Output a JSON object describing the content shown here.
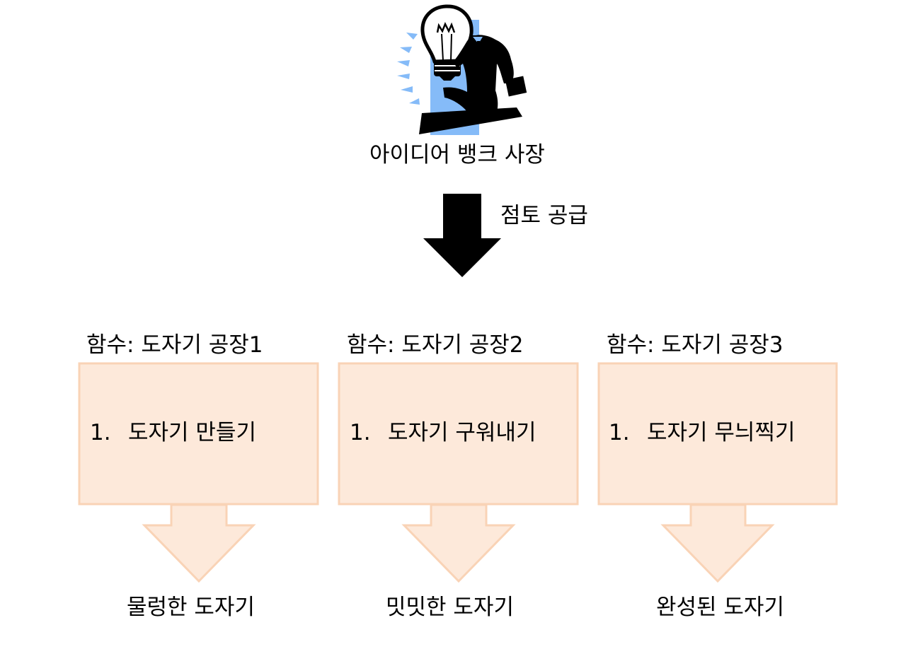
{
  "top": {
    "icon": "businessman-lightbulb-icon",
    "label": "아이디어 뱅크 사장"
  },
  "supply_arrow": {
    "label": "점토 공급"
  },
  "factories": [
    {
      "title": "함수: 도자기 공장1",
      "step_number": "1.",
      "step": "도자기 만들기",
      "output": "물렁한 도자기"
    },
    {
      "title": "함수: 도자기 공장2",
      "step_number": "1.",
      "step": "도자기 구워내기",
      "output": "밋밋한 도자기"
    },
    {
      "title": "함수: 도자기 공장3",
      "step_number": "1.",
      "step": "도자기 무늬찍기",
      "output": "완성된 도자기"
    }
  ],
  "colors": {
    "box_fill": "#fde9da",
    "box_border": "#f9d3b6",
    "icon_blue": "#85bbf8",
    "ink": "#000000"
  }
}
